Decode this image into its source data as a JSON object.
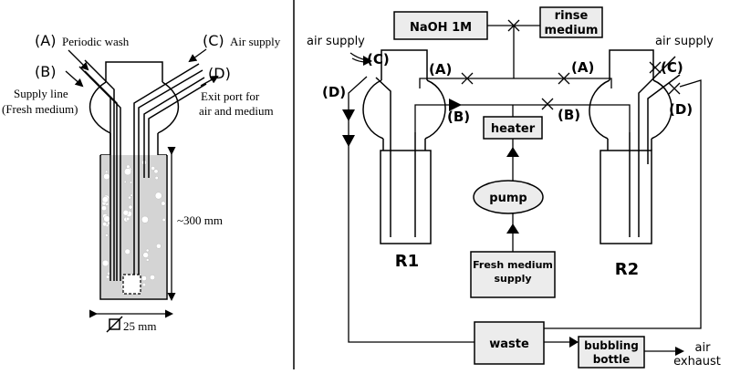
{
  "left_panel": {
    "label_a": "(A)",
    "periodic_wash": "Periodic wash",
    "label_b": "(B)",
    "supply_line": "Supply line",
    "fresh_medium": "(Fresh medium)",
    "label_c": "(C)",
    "air_supply": "Air supply",
    "label_d": "(D)",
    "exit_port_1": "Exit port for",
    "exit_port_2": "air and medium",
    "height": "~300 mm",
    "diameter": "25 mm"
  },
  "right_panel": {
    "naoh": "NaOH 1M",
    "rinse_1": "rinse",
    "rinse_2": "medium",
    "air_supply_left": "air supply",
    "air_supply_right": "air supply",
    "label_a_left": "(A)",
    "label_a_right": "(A)",
    "label_b_left": "(B)",
    "label_b_right": "(B)",
    "label_c_left": "(C)",
    "label_c_right": "(C)",
    "label_d_left": "(D)",
    "label_d_right": "(D)",
    "heater": "heater",
    "pump": "pump",
    "fresh_supply_1": "Fresh medium",
    "fresh_supply_2": "supply",
    "r1": "R1",
    "r2": "R2",
    "waste": "waste",
    "bubbling_1": "bubbling",
    "bubbling_2": "bottle",
    "air_exhaust_1": "air",
    "air_exhaust_2": "exhaust"
  },
  "colors": {
    "line": "#000000",
    "box_fill": "#ececec",
    "liquid_fill": "#d4d4d4",
    "bubble": "#ffffff"
  }
}
